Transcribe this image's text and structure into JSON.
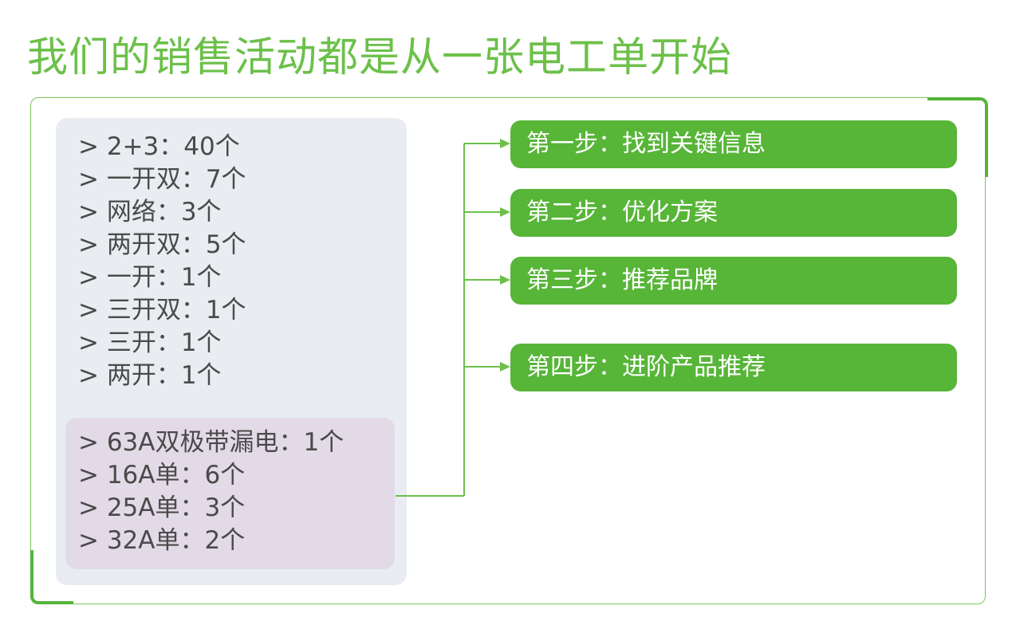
{
  "title": "我们的销售活动都是从一张电工单开始",
  "colors": {
    "title_green": "#6cc04a",
    "step_green": "#57b538",
    "frame_green": "#7cc85a",
    "panel_light": "#e9edf1",
    "panel_purple": "#e2dbe7",
    "text_gray": "#4a4a4a"
  },
  "electrical_items": [
    "> 2+3：40个",
    "> 一开双：7个",
    "> 网络：3个",
    "> 两开双：5个",
    "> 一开：1个",
    "> 三开双：1个",
    "> 三开：1个",
    "> 两开：1个"
  ],
  "breaker_items": [
    "> 63A双极带漏电：1个",
    "> 16A单：6个",
    "> 25A单：3个",
    "> 32A单：2个"
  ],
  "steps": [
    "第一步：找到关键信息",
    "第二步：优化方案",
    "第三步：推荐品牌",
    "第四步：进阶产品推荐"
  ]
}
